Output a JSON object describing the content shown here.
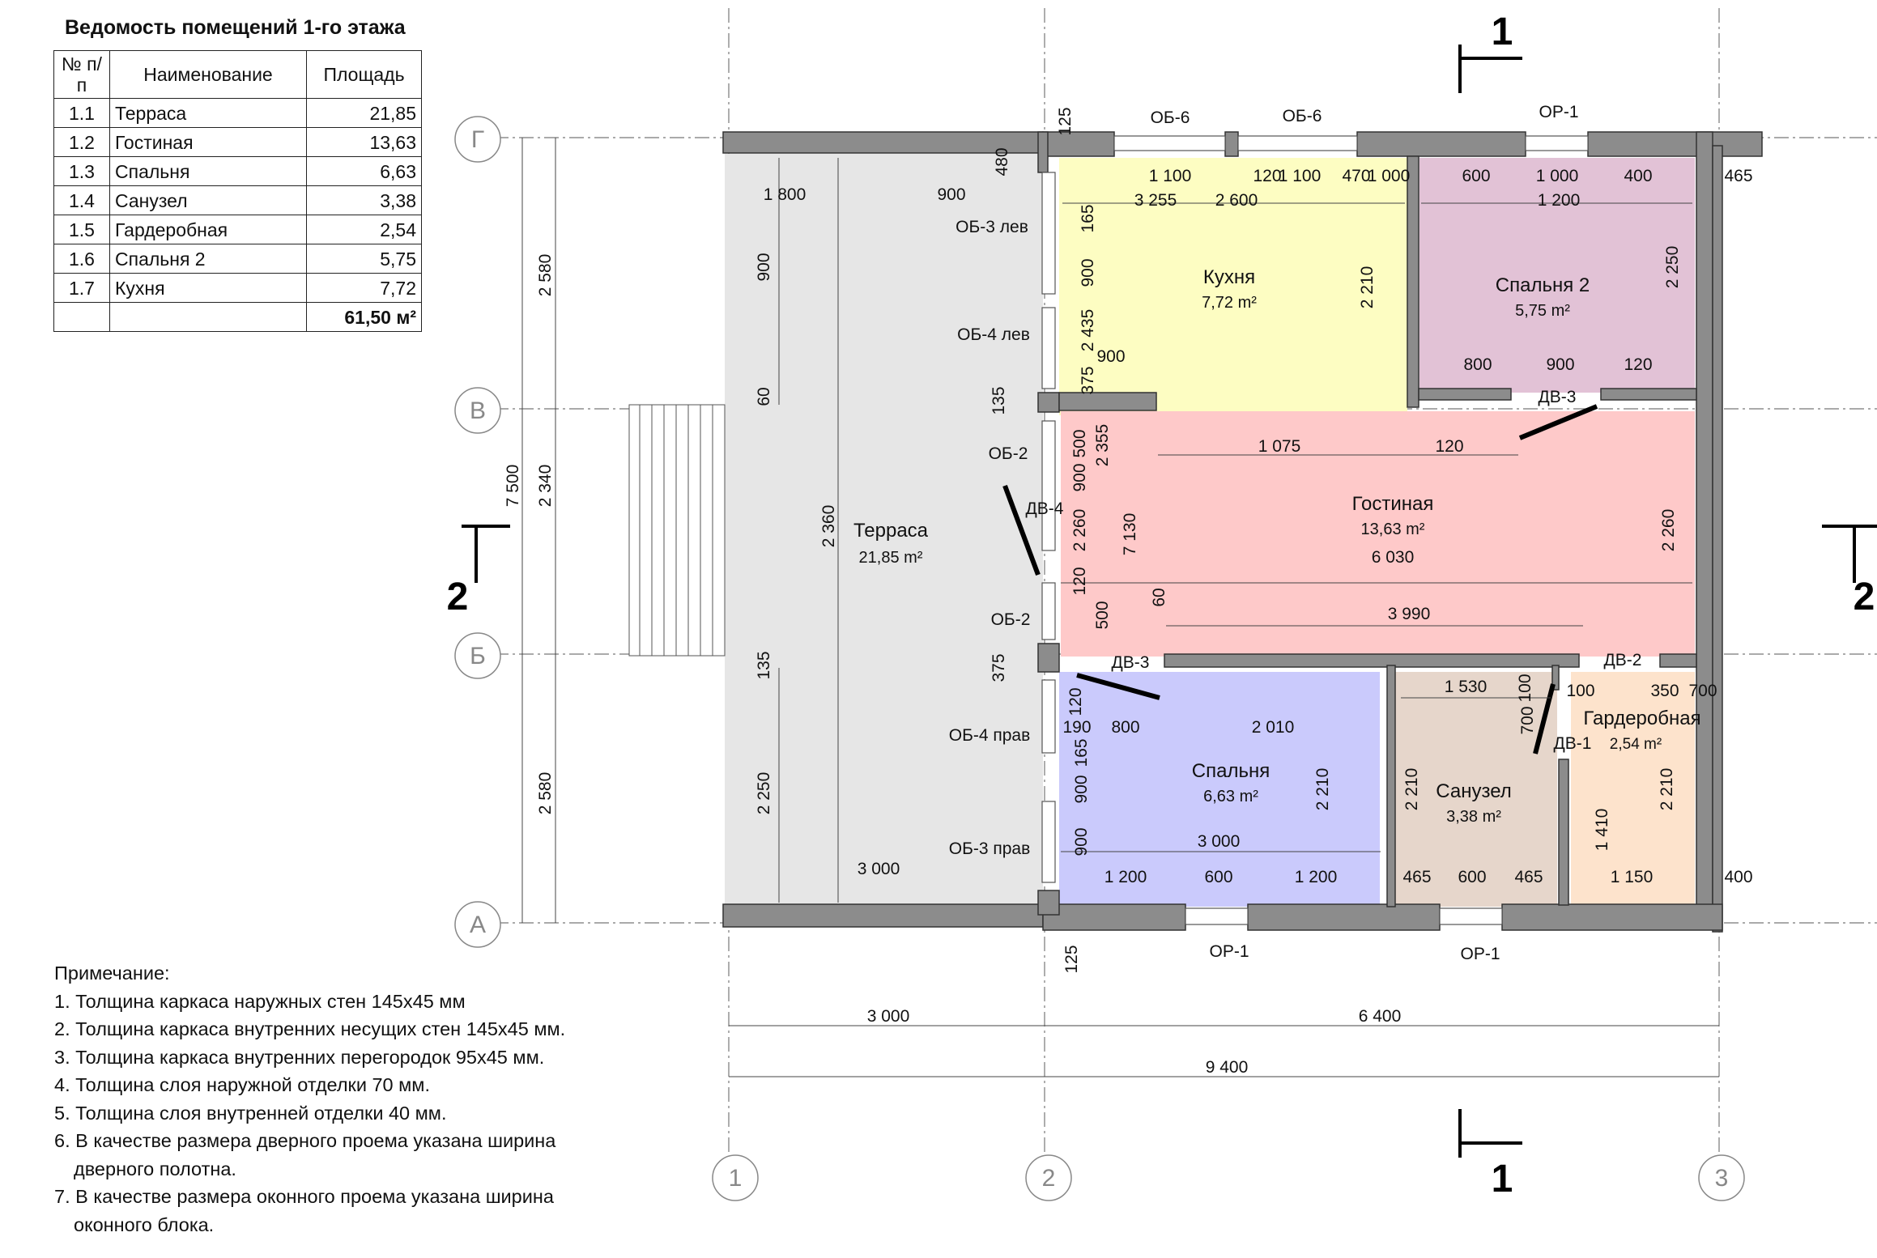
{
  "schedule": {
    "title": "Ведомость помещений 1-го этажа",
    "col_num": "№ п/п",
    "col_name": "Наименование",
    "col_area": "Площадь",
    "rows": [
      {
        "num": "1.1",
        "name": "Терраса",
        "area": "21,85"
      },
      {
        "num": "1.2",
        "name": "Гостиная",
        "area": "13,63"
      },
      {
        "num": "1.3",
        "name": "Спальня",
        "area": "6,63"
      },
      {
        "num": "1.4",
        "name": "Санузел",
        "area": "3,38"
      },
      {
        "num": "1.5",
        "name": "Гардеробная",
        "area": "2,54"
      },
      {
        "num": "1.6",
        "name": "Спальня 2",
        "area": "5,75"
      },
      {
        "num": "1.7",
        "name": "Кухня",
        "area": "7,72"
      }
    ],
    "total": "61,50 м²"
  },
  "notes": {
    "title": "Примечание:",
    "items": [
      "1. Толщина каркаса наружных стен 145х45 мм",
      "2. Толщина каркаса внутренних несущих стен 145х45 мм.",
      "3. Толщина каркаса внутренних перегородок 95х45 мм.",
      "4. Толщина слоя наружной отделки 70 мм.",
      "5. Толщина слоя внутренней отделки 40 мм.",
      "6. В качестве размера дверного проема указана ширина дверного полотна.",
      "7. В качестве размера оконного проема указана ширина оконного блока."
    ]
  },
  "rooms": [
    {
      "name": "Терраса",
      "area": "21,85 m²",
      "color": "#e6e6e6"
    },
    {
      "name": "Кухня",
      "area": "7,72 m²",
      "color": "#fdfdc2"
    },
    {
      "name": "Спальня 2",
      "area": "5,75 m²",
      "color": "#e2c2d6"
    },
    {
      "name": "Гостиная",
      "area": "13,63 m²",
      "color": "#fec9c9"
    },
    {
      "name": "Спальня",
      "area": "6,63 m²",
      "color": "#cacafc"
    },
    {
      "name": "Санузел",
      "area": "3,38 m²",
      "color": "#e6d6cb"
    },
    {
      "name": "Гардеробная",
      "area": "2,54 m²",
      "color": "#fde3cc"
    }
  ],
  "axes": {
    "rows": [
      "Г",
      "В",
      "Б",
      "А"
    ],
    "cols": [
      "1",
      "2",
      "3"
    ]
  },
  "sections": {
    "s1": "1",
    "s2": "2"
  },
  "openings": [
    "ОБ-6",
    "ОБ-6",
    "ОР-1",
    "ОБ-3 лев",
    "ОБ-4 лев",
    "ОБ-2",
    "ДВ-4",
    "ОБ-2",
    "ОБ-4 прав",
    "ОБ-3 прав",
    "ДВ-3",
    "ДВ-3",
    "ДВ-2",
    "ДВ-1",
    "ОР-1",
    "ОР-1"
  ],
  "dimensions": {
    "overall_h": "7 500",
    "left_2580a": "2 580",
    "left_2340": "2 340",
    "left_2580b": "2 580",
    "bottom_3000": "3 000",
    "bottom_6400": "6 400",
    "bottom_9400": "9 400",
    "misc": [
      "125",
      "480",
      "1 100",
      "120",
      "1 100",
      "470",
      "1 000",
      "600",
      "1 000",
      "400",
      "465",
      "3 255",
      "2 600",
      "1 200",
      "1 800",
      "900",
      "165",
      "900",
      "2 435",
      "2 210",
      "2 250",
      "900",
      "900",
      "800",
      "900",
      "120",
      "375",
      "135",
      "60",
      "500",
      "2 355",
      "1 075",
      "120",
      "900",
      "2 260",
      "7 130",
      "2 360",
      "6 030",
      "2 260",
      "120",
      "500",
      "60",
      "3 990",
      "135",
      "375",
      "120",
      "190",
      "800",
      "2 010",
      "1 530",
      "100",
      "100",
      "700",
      "350",
      "700",
      "165",
      "900",
      "2 210",
      "2 210",
      "2 210",
      "2 250",
      "1 410",
      "900",
      "3 000",
      "3 000",
      "1 200",
      "600",
      "1 200",
      "465",
      "600",
      "465",
      "1 150",
      "400",
      "125"
    ]
  }
}
